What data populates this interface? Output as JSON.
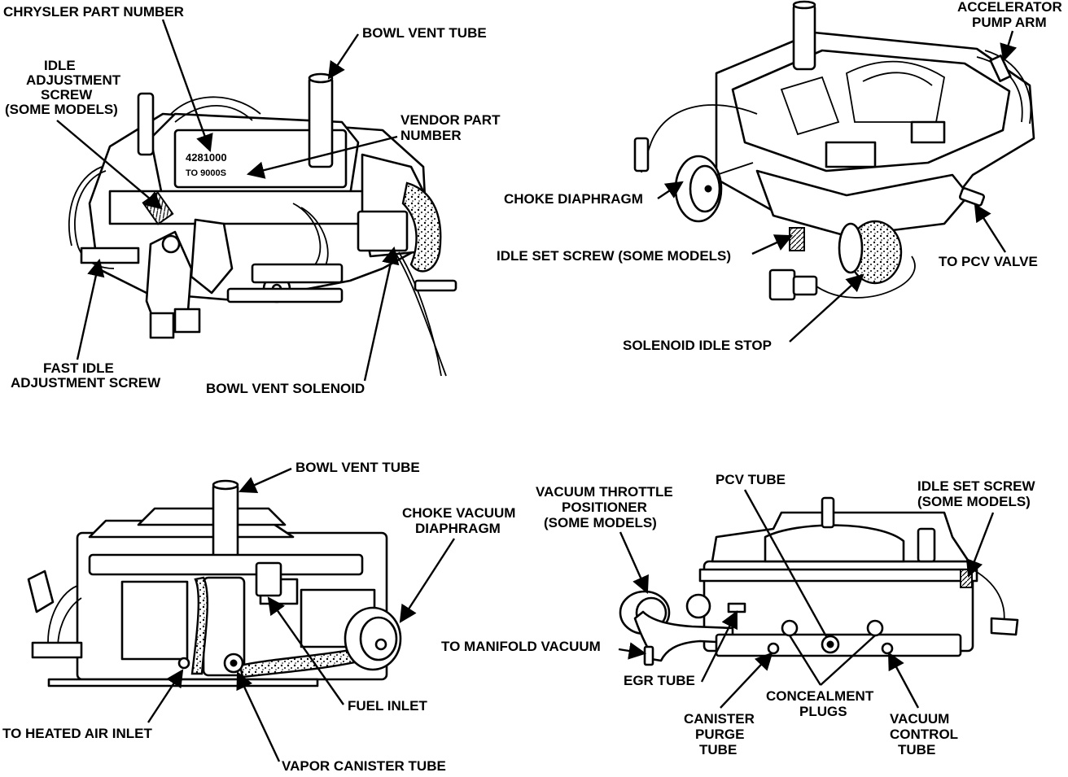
{
  "colors": {
    "ink": "#000000",
    "paper": "#ffffff"
  },
  "views": [
    {
      "id": "view-1",
      "stamp_top": "4281000",
      "stamp_bottom": "TO 9000S",
      "labels": {
        "chrysler_part_number": "CHRYSLER PART NUMBER",
        "bowl_vent_tube": "BOWL VENT TUBE",
        "idle_adjustment_screw": [
          "IDLE",
          "ADJUSTMENT",
          "SCREW",
          "(SOME MODELS)"
        ],
        "vendor_part_number": [
          "VENDOR PART",
          "NUMBER"
        ],
        "fast_idle_adjustment_screw": [
          "FAST IDLE",
          "ADJUSTMENT SCREW"
        ],
        "bowl_vent_solenoid": "BOWL VENT SOLENOID"
      }
    },
    {
      "id": "view-2",
      "labels": {
        "accelerator_pump_arm": [
          "ACCELERATOR",
          "PUMP ARM"
        ],
        "choke_diaphragm": "CHOKE DIAPHRAGM",
        "idle_set_screw": "IDLE SET SCREW (SOME MODELS)",
        "to_pcv_valve": "TO PCV VALVE",
        "solenoid_idle_stop": "SOLENOID IDLE STOP"
      }
    },
    {
      "id": "view-3",
      "labels": {
        "bowl_vent_tube": "BOWL VENT TUBE",
        "choke_vacuum_diaphragm": [
          "CHOKE VACUUM",
          "DIAPHRAGM"
        ],
        "fuel_inlet": "FUEL INLET",
        "to_heated_air_inlet": "TO HEATED AIR  INLET",
        "vapor_canister_tube": "VAPOR CANISTER TUBE"
      }
    },
    {
      "id": "view-4",
      "labels": {
        "vacuum_throttle_positioner": [
          "VACUUM THROTTLE",
          "POSITIONER",
          "(SOME MODELS)"
        ],
        "pcv_tube": "PCV TUBE",
        "idle_set_screw": [
          "IDLE SET SCREW",
          "(SOME MODELS)"
        ],
        "to_manifold_vacuum": "TO MANIFOLD VACUUM",
        "egr_tube": "EGR TUBE",
        "concealment_plugs": [
          "CONCEALMENT",
          "PLUGS"
        ],
        "canister_purge_tube": [
          "CANISTER",
          "PURGE",
          "TUBE"
        ],
        "vacuum_control_tube": [
          "VACUUM",
          "CONTROL",
          "TUBE"
        ]
      }
    }
  ]
}
